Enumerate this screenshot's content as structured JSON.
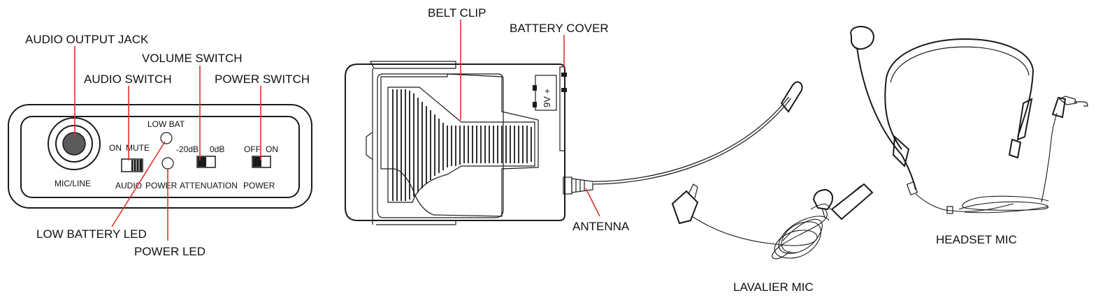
{
  "labels": {
    "audio_output_jack": "AUDIO OUTPUT JACK",
    "volume_switch": "VOLUME SWITCH",
    "audio_switch": "AUDIO SWITCH",
    "power_switch": "POWER SWITCH",
    "low_battery_led": "LOW BATTERY LED",
    "power_led": "POWER LED",
    "belt_clip": "BELT CLIP",
    "battery_cover": "BATTERY COVER",
    "antenna": "ANTENNA",
    "lavalier_mic": "LAVALIER MIC",
    "headset_mic": "HEADSET MIC"
  },
  "panel": {
    "low_bat": "LOW BAT",
    "on": "ON",
    "mute": "MUTE",
    "minus_20db": "-20dB",
    "zero_db": "0dB",
    "off": "OFF",
    "on2": "ON",
    "mic_line": "MIC/LINE",
    "audio": "AUDIO",
    "power": "POWER",
    "attenuation": "ATTENUATION",
    "power2": "POWER"
  },
  "transmitter": {
    "battery_marking": "9V +"
  },
  "colors": {
    "leader": "#e0302a",
    "outline": "#1a1a1a",
    "jack_fill": "#5a5a5a"
  }
}
